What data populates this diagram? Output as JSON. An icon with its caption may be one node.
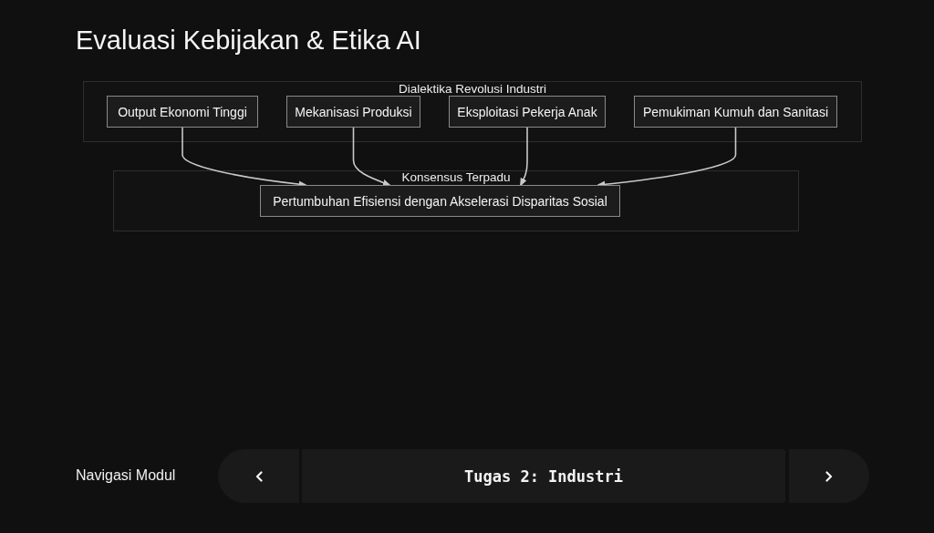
{
  "diagram": {
    "title": "Evaluasi Kebijakan & Etika AI",
    "nodes": [
      {
        "text": [
          "Dialektika Revolusi Industri"
        ]
      },
      {
        "text": [
          "Output Ekonomi Tinggi"
        ],
        "in": 0
      },
      {
        "text": [
          "Mekanisasi Produksi"
        ],
        "in": 0
      },
      {
        "text": [
          "Eksploitasi Pekerja Anak"
        ],
        "in": 0
      },
      {
        "text": [
          "Pemukiman Kumuh dan Sanitasi"
        ],
        "in": 0
      },
      {
        "text": [
          "Konsensus Terpadu"
        ]
      },
      {
        "text": [
          "Pertumbuhan Efisiensi dengan Akselerasi Disparitas Sosial"
        ],
        "in": 5
      }
    ],
    "edges": [
      {
        "from": 1,
        "to": 6,
        "arrow": "to"
      },
      {
        "from": 2,
        "to": 6,
        "arrow": "to"
      },
      {
        "from": 3,
        "to": 6,
        "arrow": "to"
      },
      {
        "from": 4,
        "to": 6,
        "arrow": "to"
      }
    ],
    "labels": [
      "Navigasi Modul",
      "Tugas 2: Industri"
    ]
  }
}
